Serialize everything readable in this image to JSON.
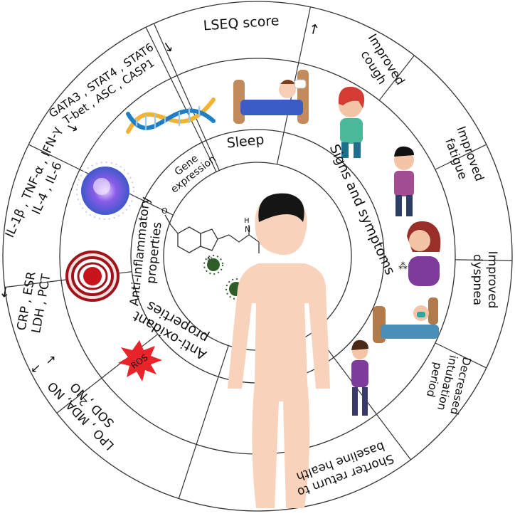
{
  "outer": {
    "lseq": "LSEQ score",
    "lseq_arrow": "↑",
    "cough": [
      "Improved",
      "cough"
    ],
    "fatigue": [
      "Improved",
      "fatigue"
    ],
    "dyspnea": [
      "Improved",
      "dyspnea"
    ],
    "intubation": [
      "Decreased",
      "intubation",
      "period"
    ],
    "health": [
      "Shorter return to",
      "baseline health"
    ],
    "oxid": [
      "LPO , MDA, NO",
      "SOD , NO"
    ],
    "oxid_sub": "2",
    "oxid_up": "↑",
    "oxid_down": "↓",
    "crp": [
      "CRP , ESR",
      "LDH , PCT"
    ],
    "crp_arrow": "↓",
    "cytokines": [
      "IL-1β , TNF-α , IFN-γ",
      "IL-4 , IL-6"
    ],
    "cytokines_arrow": "↓",
    "genes": [
      "GATA3 , STAT4 , STAT6",
      "T-bet , ASC , CASP1"
    ],
    "genes_arrow": "↓"
  },
  "inner": {
    "sleep": "Sleep",
    "signs": "Signs and symptoms",
    "antioxidant": [
      "Anti-oxidant",
      "properties"
    ],
    "anti_inflammatory": [
      "Anti-inflammatory",
      "properties"
    ],
    "gene": [
      "Gene",
      "expression"
    ]
  },
  "icons": {
    "ros": "ROS"
  },
  "colors": {
    "ring_line": "#333333",
    "panel_fill": "#f5f6f7",
    "skin": "#f8d2bb",
    "hair": "#1a1a1a",
    "virus": "#2e5d2a",
    "ros": "#e8242a"
  }
}
